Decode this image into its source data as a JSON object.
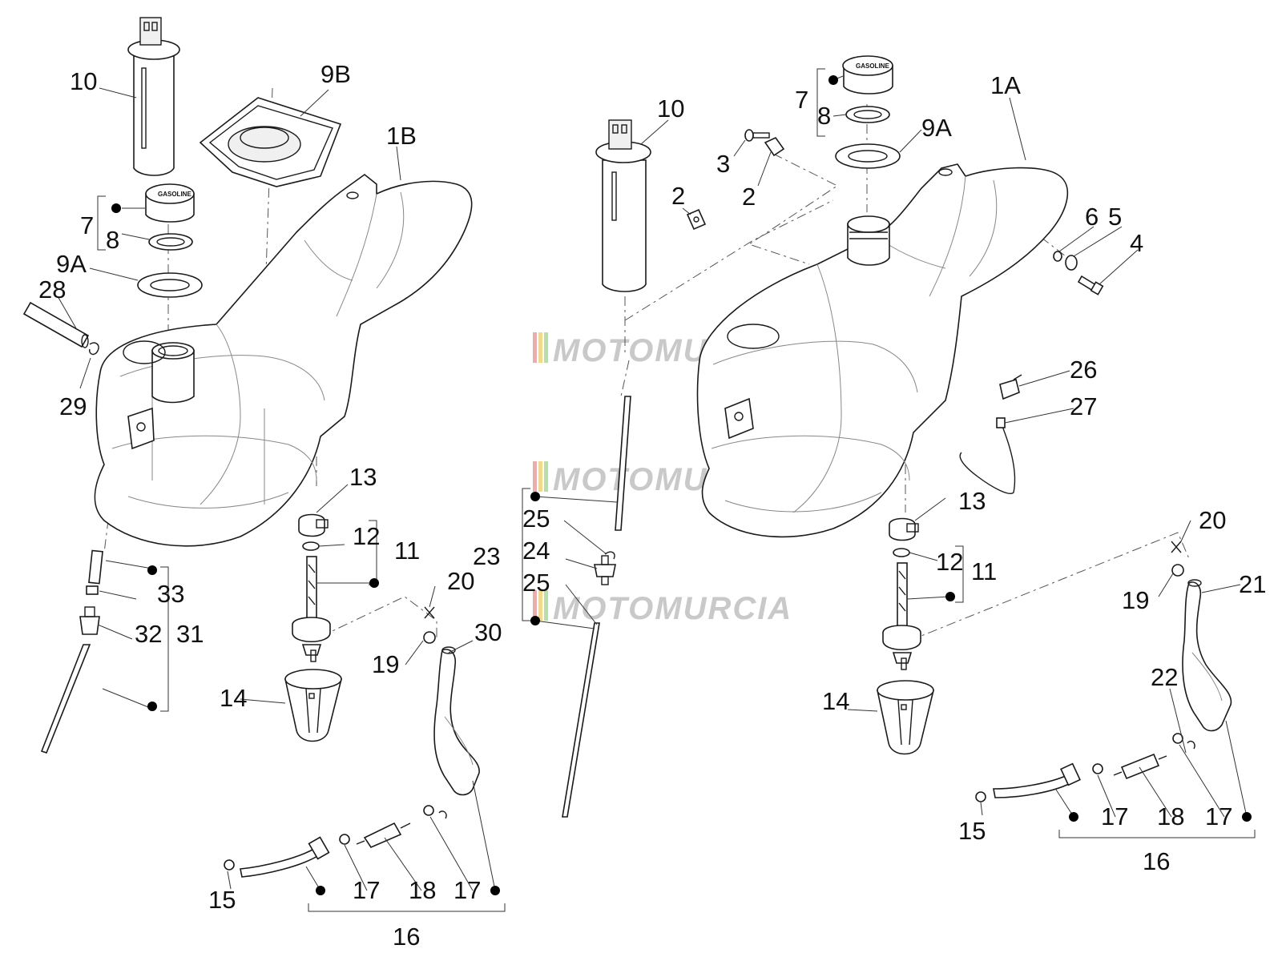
{
  "diagram": {
    "watermark": "MOTOMURCIA",
    "cap_text": "GASOLINE",
    "labels": {
      "left": {
        "l10": "10",
        "l9b": "9B",
        "l1b": "1B",
        "l7": "7",
        "l8": "8",
        "l9a": "9A",
        "l28": "28",
        "l29": "29",
        "l13": "13",
        "l12": "12",
        "l11": "11",
        "l33": "33",
        "l32": "32",
        "l31": "31",
        "l20": "20",
        "l30": "30",
        "l19": "19",
        "l14": "14",
        "l15": "15",
        "l17a": "17",
        "l18": "18",
        "l17b": "17",
        "l16": "16"
      },
      "center": {
        "l10": "10",
        "l23": "23",
        "l25a": "25",
        "l24": "24",
        "l25b": "25"
      },
      "right": {
        "l7": "7",
        "l8": "8",
        "l9a": "9A",
        "l1a": "1A",
        "l3": "3",
        "l2a": "2",
        "l2b": "2",
        "l6": "6",
        "l5": "5",
        "l4": "4",
        "l26": "26",
        "l27": "27",
        "l13": "13",
        "l12": "12",
        "l11": "11",
        "l20": "20",
        "l21": "21",
        "l19": "19",
        "l22": "22",
        "l14": "14",
        "l15": "15",
        "l17a": "17",
        "l18": "18",
        "l17b": "17",
        "l16": "16"
      }
    }
  }
}
